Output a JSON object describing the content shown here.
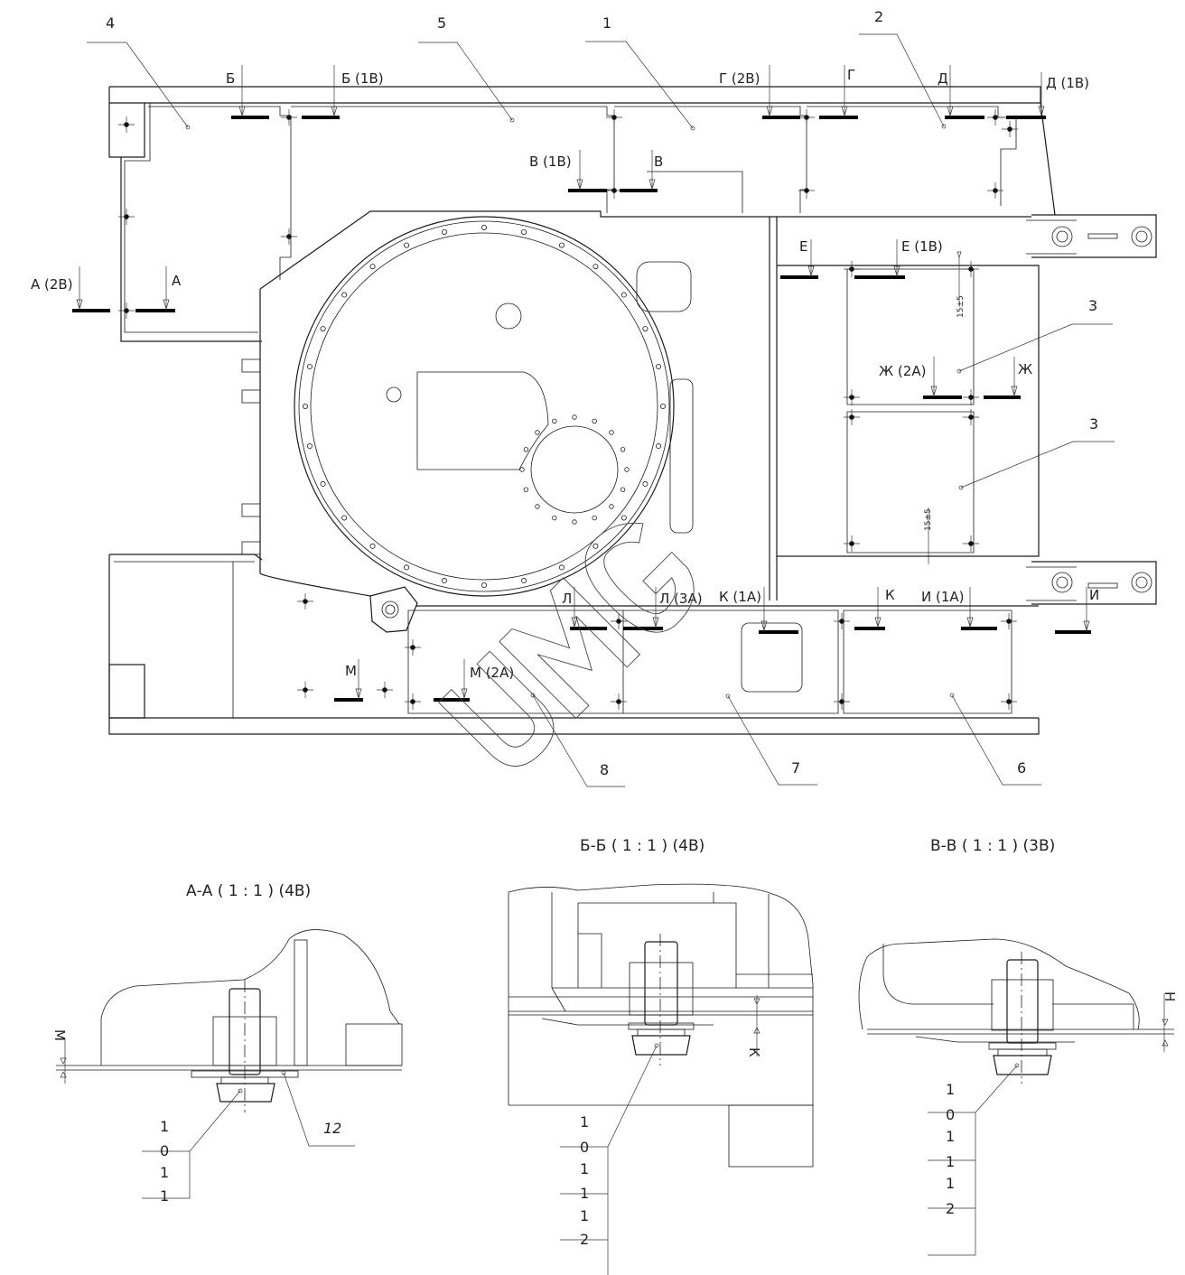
{
  "drawing": {
    "callouts": {
      "c4": "4",
      "c5": "5",
      "c1": "1",
      "c2": "2",
      "c3a": "3",
      "c3b": "3",
      "c8": "8",
      "c7": "7",
      "c6": "6",
      "c12": "12"
    },
    "section_marks": {
      "b": "Б",
      "b1v": "Б (1В)",
      "g2v": "Г (2В)",
      "g": "Г",
      "d": "Д",
      "d1v": "Д (1В)",
      "v1v": "В (1В)",
      "v": "В",
      "a2v": "А (2В)",
      "a": "А",
      "e": "Е",
      "e1v": "Е (1В)",
      "zh2a": "Ж (2А)",
      "zh": "Ж",
      "l": "Л",
      "l3a": "Л (3А)",
      "k1a": "К (1А)",
      "k": "К",
      "i1a": "И (1А)",
      "i": "И",
      "m": "М",
      "m2a": "М (2А)"
    },
    "dimensions": {
      "upper": "15±5",
      "lower": "15±5"
    },
    "watermark": "UMG"
  },
  "sections": {
    "aa": {
      "title": "А-А ( 1 : 1 ) (4В)",
      "gap_label": "М",
      "stack": [
        "1",
        "0",
        "1",
        "1"
      ],
      "washer_callout": "12"
    },
    "bb": {
      "title": "Б-Б ( 1 : 1 ) (4В)",
      "gap_label": "К",
      "stack": [
        "1",
        "0",
        "1",
        "1",
        "1",
        "2"
      ]
    },
    "vv": {
      "title": "В-В ( 1 : 1 ) (3В)",
      "gap_label": "Н",
      "stack": [
        "1",
        "0",
        "1",
        "1",
        "1",
        "2"
      ]
    }
  }
}
